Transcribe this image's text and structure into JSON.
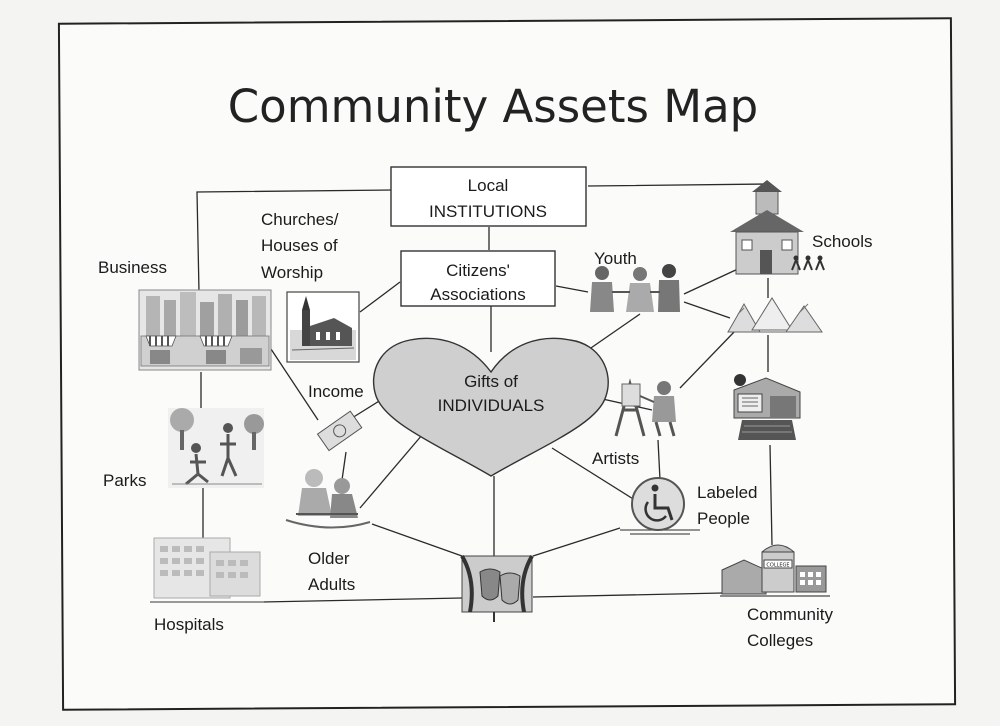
{
  "title": "Community Assets Map",
  "boxes": {
    "local_institutions": [
      "Local",
      "INSTITUTIONS"
    ],
    "citizens_associations": [
      "Citizens'",
      "Associations"
    ],
    "gifts": [
      "Gifts of",
      "INDIVIDUALS"
    ]
  },
  "labels": {
    "business": "Business",
    "churches": [
      "Churches/",
      "Houses of",
      "Worship"
    ],
    "youth": "Youth",
    "schools": "Schools",
    "income": "Income",
    "parks": "Parks",
    "artists": "Artists",
    "labeled_people": [
      "Labeled",
      "People"
    ],
    "older_adults": [
      "Older",
      "Adults"
    ],
    "hospitals": "Hospitals",
    "community_colleges": [
      "Community",
      "Colleges"
    ],
    "college_sign": "COLLEGE"
  },
  "icons": {
    "business": "city-storefront-icon",
    "church": "church-icon",
    "youth": "youth-group-icon",
    "school": "schoolhouse-icon",
    "fair": "fair-tents-icon",
    "library": "library-building-icon",
    "artist": "painter-easel-icon",
    "income": "money-icon",
    "parks": "park-activities-icon",
    "older_adults": "older-adults-icon",
    "accessibility": "wheelchair-icon",
    "hospital": "hospital-building-icon",
    "theater": "theater-masks-icon",
    "college": "college-campus-icon"
  },
  "colors": {
    "heart_fill": "#cfcfcf",
    "line": "#2a2a2a",
    "clipart_gray": "#9a9a9a"
  }
}
